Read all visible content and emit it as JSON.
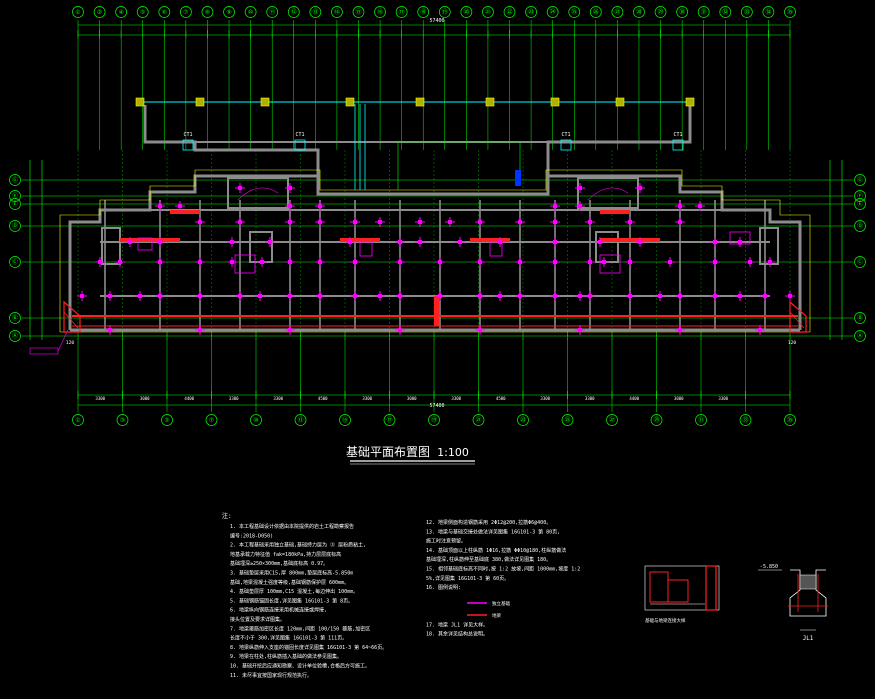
{
  "drawing": {
    "title": "基础平面布置图",
    "scale": "1:100",
    "colors": {
      "background": "#000000",
      "grid": "#00ff00",
      "wall": "#8c8c8c",
      "column": "#ff00ff",
      "beam": "#ff2020",
      "text": "#ffffff",
      "notes": "#ffffff",
      "yellow": "#ffff00",
      "cyan": "#00ffff"
    },
    "axes_top": [
      "①",
      "②",
      "④",
      "⑤",
      "⑥",
      "⑦",
      "⑧",
      "⑨",
      "⑩",
      "⑪",
      "⑫",
      "⑬",
      "⑭",
      "⑮",
      "⑯",
      "⑰",
      "⑱",
      "⑲",
      "⑳",
      "㉑",
      "㉒",
      "㉓",
      "㉔",
      "㉕",
      "㉖",
      "㉗",
      "㉘",
      "㉙",
      "㉚",
      "㉛",
      "㉜",
      "㉝",
      "㉞",
      "㉟"
    ],
    "axes_bottom": [
      "①",
      "③",
      "⑤",
      "⑦",
      "⑩",
      "⑬",
      "⑮",
      "⑰",
      "⑲",
      "㉑",
      "㉓",
      "㉕",
      "㉗",
      "㉙",
      "㉛",
      "㉝",
      "㉟"
    ],
    "axes_side": [
      "Ⓖ",
      "Ⓕ",
      "Ⓔ",
      "Ⓓ",
      "Ⓒ",
      "Ⓑ",
      "Ⓐ"
    ],
    "overall_dim_top": "57400",
    "overall_dim_bottom": "57400",
    "bottom_dims": [
      "3300",
      "3000",
      "4400",
      "3300",
      "3300",
      "4500",
      "3300",
      "3000",
      "3300",
      "4500",
      "3300",
      "3300",
      "4400",
      "3000",
      "3300"
    ],
    "labels": {
      "ct1": "CT1",
      "jl1": "JL1",
      "dim_120": "120",
      "elev": "-5.850"
    },
    "notes_heading": "注:",
    "notes_left": [
      "1. 本工程基础设计依据由本院提供的岩土工程勘察报告",
      "   编号:2018-D050)",
      "2. 本工程基础采用独立基础,基础持力层为 ③ 层粉质粘土,",
      "   地基承载力特征值 fak=180kPa,持力层层底标高",
      "   基础埋深≥250×300mm,基础底标高 0.97。",
      "3. 基础垫层采用C15,厚 800mm,垫层底标高-5.850m",
      "   基础,地梁混凝土强度等级,基础钢筋保护层 600mm。",
      "4. 基础垫层厚 100mm,C15 混凝土,每边伸出 100mm。",
      "5. 基础钢筋锚固长度,详见图集 16G101-3 第 8页。",
      "6. 地梁纵向钢筋连接采用机械连接或焊接,",
      "   接头位置及要求详图集。",
      "7. 地梁箍筋加密区长度 120mm,间距 100/150 箍筋,加密区",
      "   长度不小于 300,详见图集 16G101-3 第 111页。",
      "8. 地梁纵筋伸入支座的锚固长度详见图集 16G101-3 第 64~66页。",
      "9. 地梁在柱处,柱纵筋插入基础的做法参见图集。",
      "10. 基础开挖后应通知勘察、设计单位验槽,合格后方可施工。",
      "11. 未尽事宜按国家现行规范执行。"
    ],
    "notes_right": [
      "12. 地梁侧面构造钢筋采用 2Φ12@200,拉筋Φ6@400。",
      "13. 地梁与基础交接处做法详见图集 16G101-3 第 80页,",
      "    施工时注意预留。",
      "14. 基础顶面以上柱纵筋 1Φ16,拉筋 ΦΦ10@180,柱纵筋做法",
      "    基础埋深,柱纵筋伸至基础底 380,做法详见图集 180。",
      "15. 相邻基础底标高不同时,按 1:2 放坡,间距 1000mm,坡度 1:2",
      "    5%,详见图集 16G101-3 第 60页。",
      "16. 图例说明:",
      "",
      "",
      "",
      "17. 地梁 JL1 详见大样。",
      "18. 其余详见结构总说明。"
    ],
    "legend_items": [
      "独立基础",
      "地梁"
    ],
    "detail_left_caption": "基础与地梁连接大样",
    "detail_right_caption": "JL1"
  }
}
